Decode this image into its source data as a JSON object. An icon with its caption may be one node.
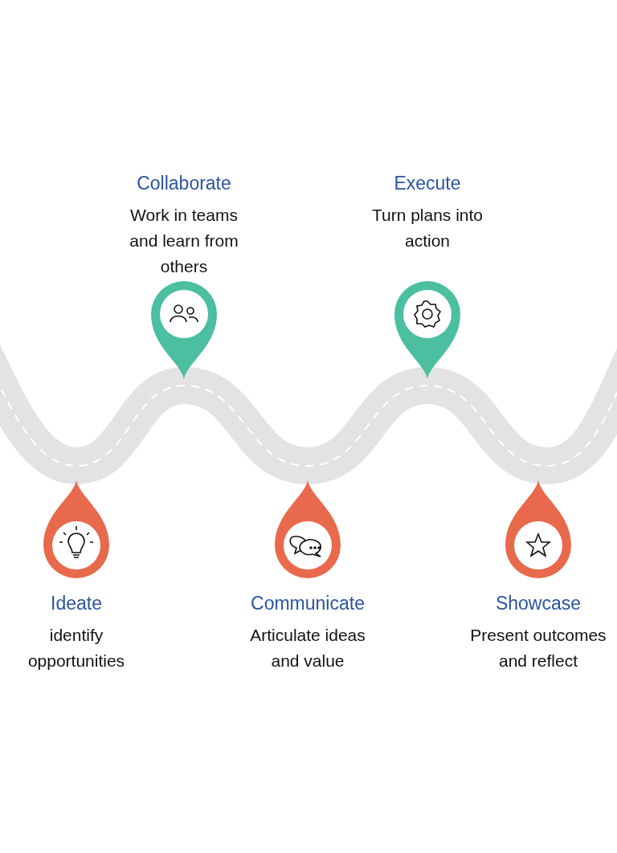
{
  "diagram": {
    "nodes": [
      {
        "text": [
          "Collaborate",
          "Work in teams and learn from others"
        ]
      },
      {
        "text": [
          "Execute",
          "Turn plans into action"
        ]
      },
      {
        "text": [
          "Ideate",
          "identify opportunities"
        ]
      },
      {
        "text": [
          "Communicate",
          "Articulate ideas and value"
        ]
      },
      {
        "text": [
          "Showcase",
          "Present outcomes and reflect"
        ]
      }
    ]
  }
}
